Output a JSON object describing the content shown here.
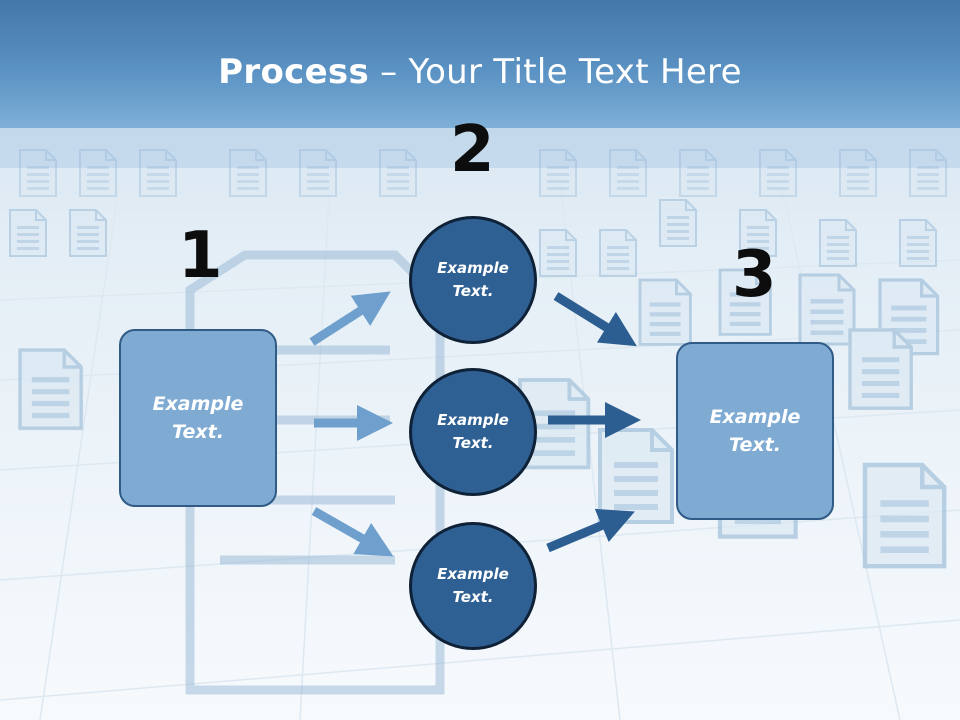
{
  "title": {
    "bold": "Process",
    "rest": " – Your Title Text Here"
  },
  "steps": [
    {
      "number": "1"
    },
    {
      "number": "2"
    },
    {
      "number": "3"
    }
  ],
  "boxes": {
    "left": {
      "line1": "Example",
      "line2": "Text."
    },
    "right": {
      "line1": "Example",
      "line2": "Text."
    }
  },
  "circles": [
    {
      "line1": "Example",
      "line2": "Text."
    },
    {
      "line1": "Example",
      "line2": "Text."
    },
    {
      "line1": "Example",
      "line2": "Text."
    }
  ],
  "colors": {
    "header": "#4f86b8",
    "box_fill": "#7faad2",
    "circle_fill": "#2f6094",
    "arrow_light": "#6f9fcc",
    "arrow_dark": "#2d5e91"
  }
}
